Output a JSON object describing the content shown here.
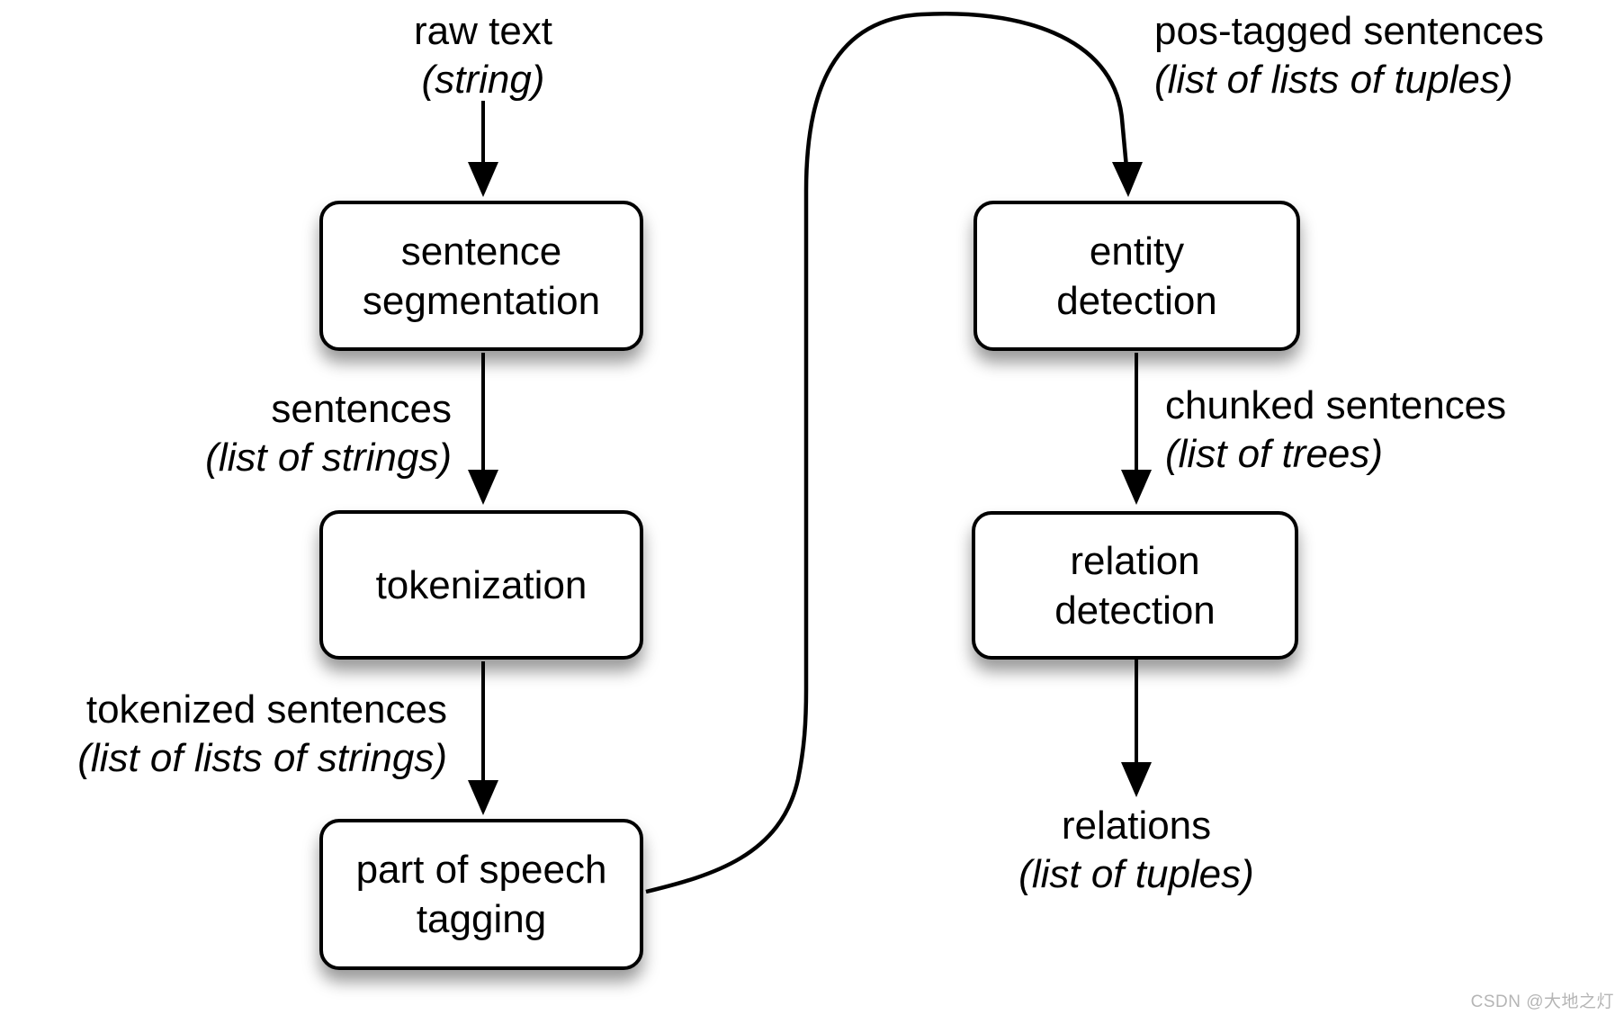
{
  "diagram": {
    "kind": "flowchart",
    "description": "NLP information-extraction pipeline"
  },
  "palette": {
    "background": "#ffffff",
    "node_fill": "#ffffff",
    "node_border": "#000000",
    "edge_color": "#000000",
    "text_color": "#000000",
    "watermark_color": "#b5b5b5"
  },
  "nodes": [
    {
      "id": "sentence-segmentation",
      "line1": "sentence",
      "line2": "segmentation"
    },
    {
      "id": "tokenization",
      "line1": "tokenization",
      "line2": ""
    },
    {
      "id": "part-of-speech-tagging",
      "line1": "part of speech",
      "line2": "tagging"
    },
    {
      "id": "entity-detection",
      "line1": "entity",
      "line2": "detection"
    },
    {
      "id": "relation-detection",
      "line1": "relation",
      "line2": "detection"
    }
  ],
  "io_labels": [
    {
      "id": "raw-text",
      "name": "raw text",
      "type": "(string)"
    },
    {
      "id": "sentences",
      "name": "sentences",
      "type": "(list of strings)"
    },
    {
      "id": "tokenized-sentences",
      "name": "tokenized sentences",
      "type": "(list of lists of strings)"
    },
    {
      "id": "pos-tagged-sentences",
      "name": "pos-tagged sentences",
      "type": "(list of lists of tuples)"
    },
    {
      "id": "chunked-sentences",
      "name": "chunked sentences",
      "type": "(list of trees)"
    },
    {
      "id": "relations",
      "name": "relations",
      "type": "(list of tuples)"
    }
  ],
  "watermark": {
    "text": "CSDN @大地之灯"
  }
}
